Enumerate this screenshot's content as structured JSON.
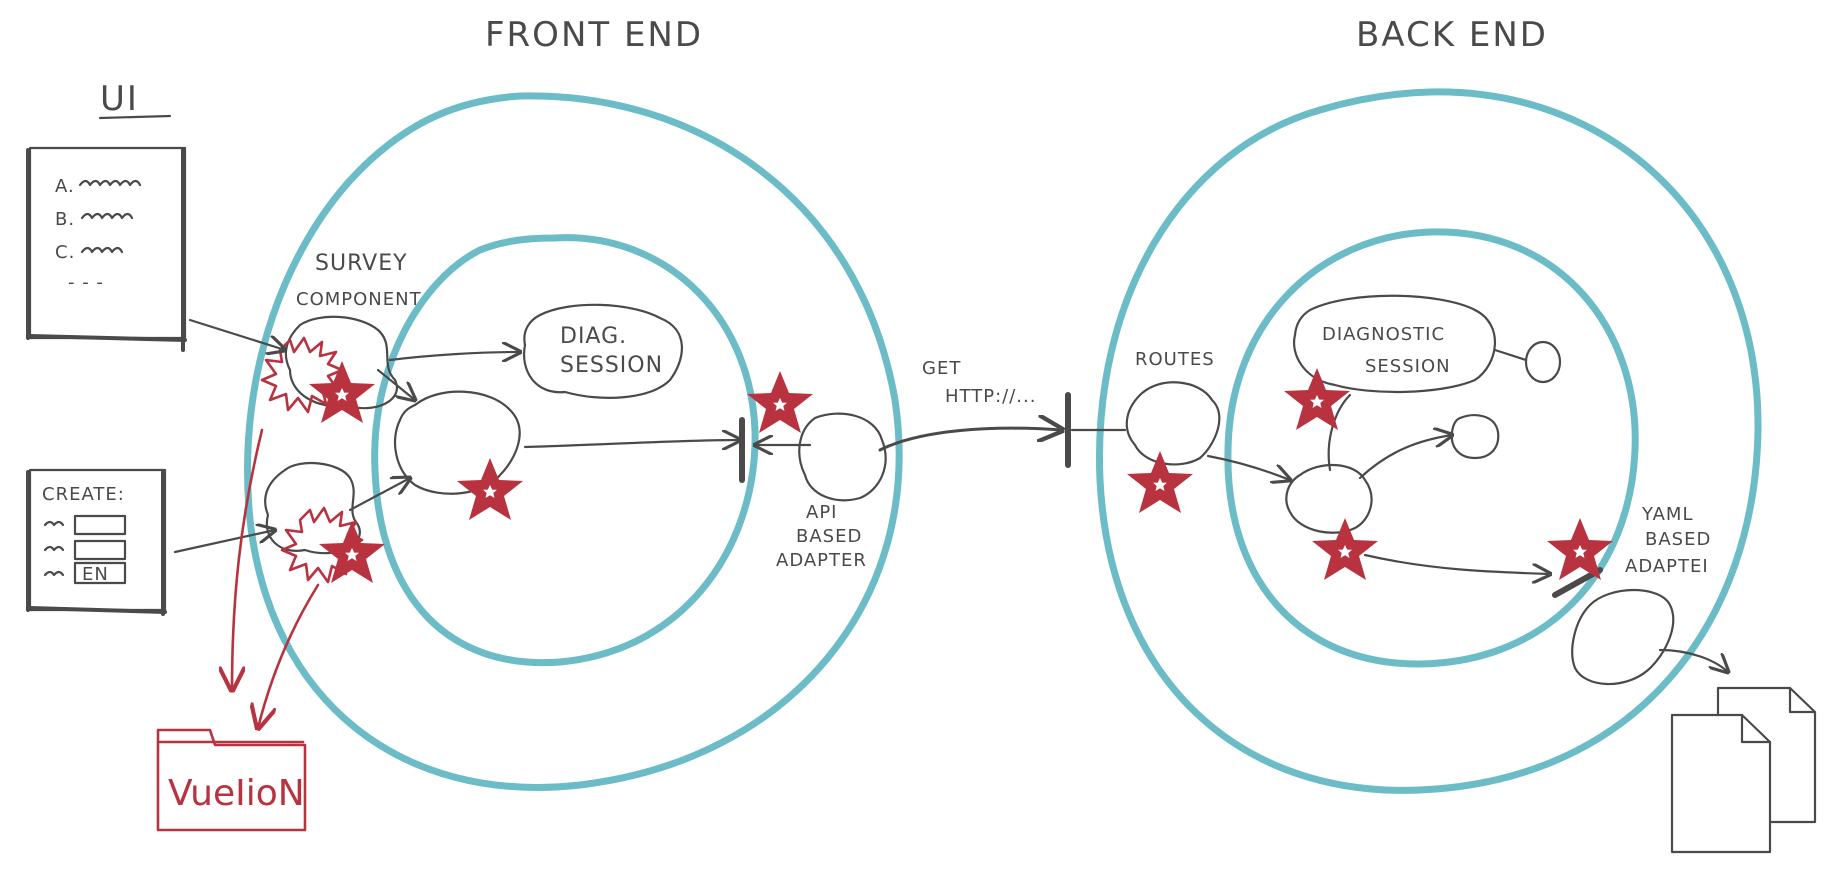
{
  "sections": {
    "frontend_title": "FRONT END",
    "backend_title": "BACK END"
  },
  "ui_panel": {
    "title": "UI",
    "survey_lines": [
      "A.",
      "B.",
      "C.",
      "- - -"
    ],
    "create_label": "CREATE:",
    "en_tag": "EN"
  },
  "frontend": {
    "survey_component": [
      "SURVEY",
      "COMPONENT"
    ],
    "diag_session": [
      "DIAG.",
      "SESSION"
    ],
    "api_adapter": [
      "API",
      "BASED",
      "ADAPTER"
    ]
  },
  "connection": {
    "get_label": [
      "GET",
      "HTTP://..."
    ]
  },
  "backend": {
    "routes": "ROUTES",
    "diagnostic_session": [
      "DIAGNOSTIC",
      "SESSION"
    ],
    "yaml_adapter": [
      "YAML",
      "BASED",
      "ADAPTEI"
    ]
  },
  "library": {
    "name": "VueIioN"
  },
  "colors": {
    "ring": "#6bbcc6",
    "accent": "#b8323f",
    "ink": "#4a4a4a"
  }
}
